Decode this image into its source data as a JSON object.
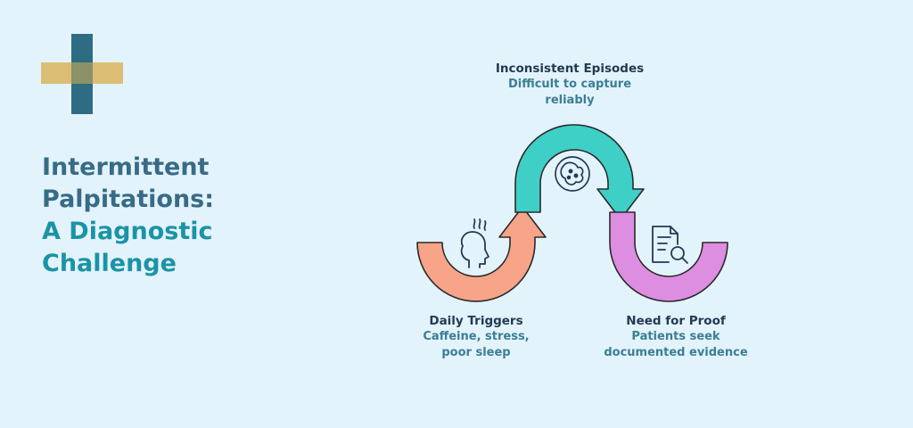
{
  "colors": {
    "background": "#e3f3fc",
    "logo_teal": "#2e6c84",
    "logo_gold": "#d9b45c",
    "title_primary": "#386b86",
    "title_accent": "#1b93a6",
    "arrow_orange": "#f7a489",
    "arrow_teal": "#3ecfc6",
    "arrow_purple": "#dd8ee1"
  },
  "logo": {
    "icon": "medical-cross-logo"
  },
  "title": {
    "line1": "Intermittent",
    "line2": "Palpitations:",
    "line3": "A Diagnostic",
    "line4": "Challenge"
  },
  "steps": [
    {
      "id": "daily-triggers",
      "title": "Daily Triggers",
      "description_line1": "Caffeine, stress,",
      "description_line2": "poor sleep",
      "icon": "stressed-head-icon"
    },
    {
      "id": "inconsistent-episodes",
      "title": "Inconsistent Episodes",
      "description_line1": "Difficult to capture",
      "description_line2": "reliably",
      "icon": "virus-cell-icon"
    },
    {
      "id": "need-for-proof",
      "title": "Need for Proof",
      "description_line1": "Patients seek",
      "description_line2": "documented evidence",
      "icon": "document-search-icon"
    }
  ]
}
